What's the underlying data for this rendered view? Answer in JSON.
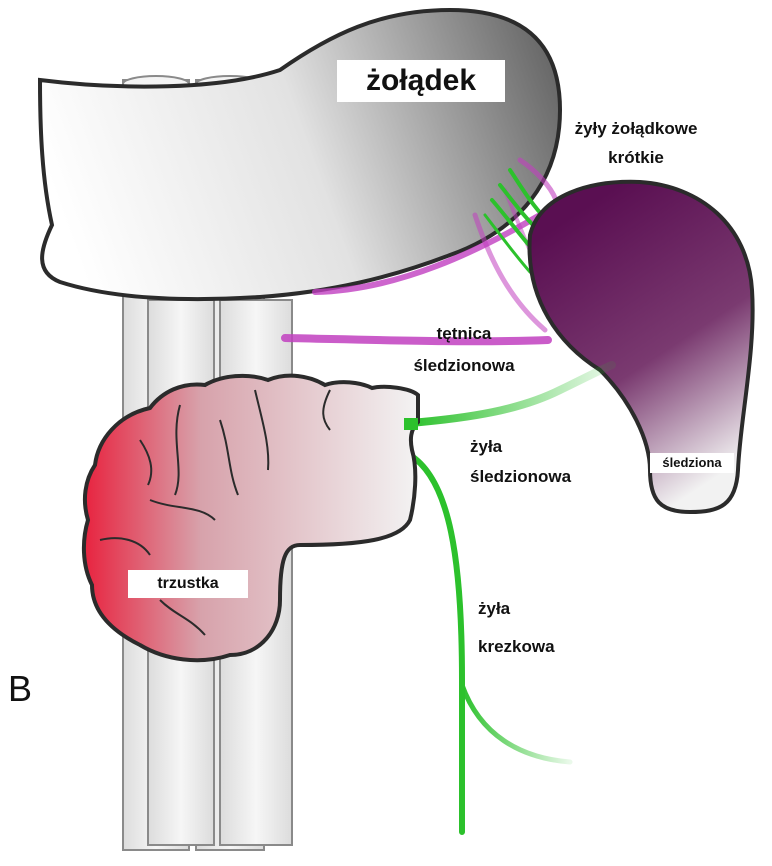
{
  "panel_label": "B",
  "labels": {
    "stomach": "żołądek",
    "short_gastric_veins": [
      "żyły żołądkowe",
      "krótkie"
    ],
    "splenic_artery": [
      "tętnica",
      "śledzionowa"
    ],
    "splenic_vein": [
      "żyła",
      "śledzionowa"
    ],
    "spleen": "śledziona",
    "mesenteric_vein": [
      "żyła",
      "krezkowa"
    ],
    "pancreas": "trzustka"
  },
  "colors": {
    "outline": "#2b2b2b",
    "stomach_light": "#ffffff",
    "stomach_dark": "#6c6c6c",
    "spleen_dark": "#5a0f52",
    "spleen_light": "#f2f2f2",
    "pancreas_red": "#e8233f",
    "pancreas_light": "#f3f3f3",
    "artery": "#c13fc0",
    "vein": "#2cc12c",
    "vessel_tube": "#ececec"
  }
}
